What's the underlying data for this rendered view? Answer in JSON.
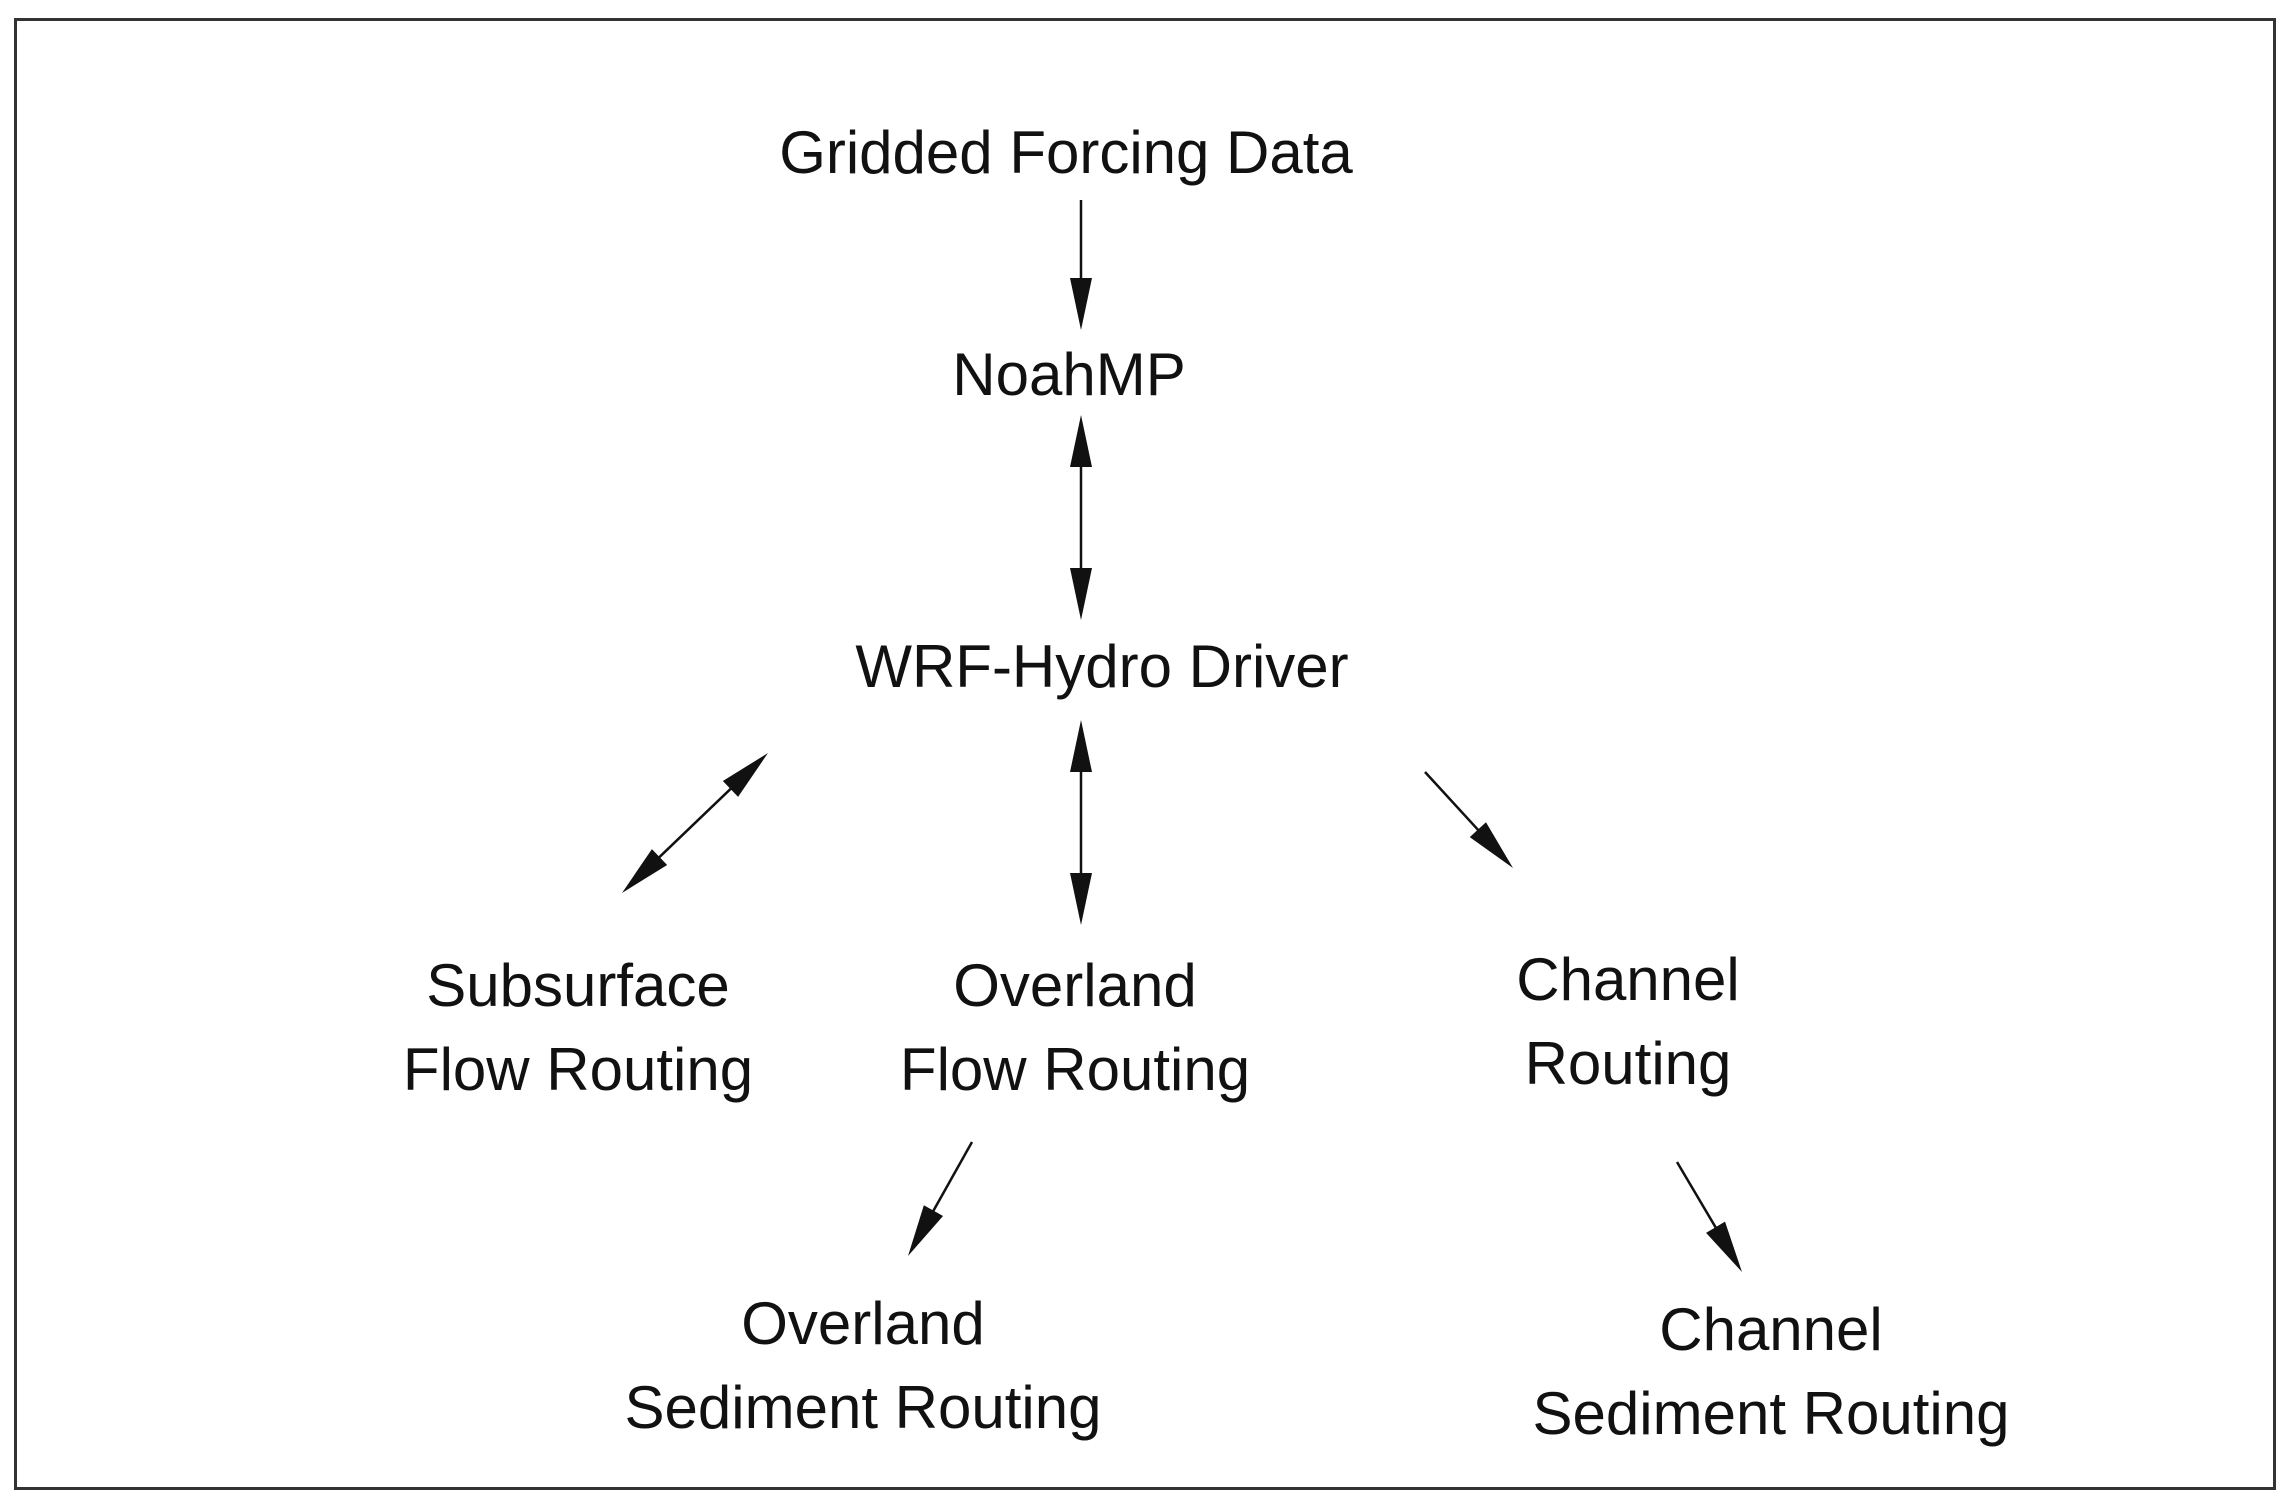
{
  "nodes": {
    "forcing": {
      "lines": [
        "Gridded Forcing Data"
      ]
    },
    "noahmp": {
      "lines": [
        "NoahMP"
      ]
    },
    "driver": {
      "lines": [
        "WRF-Hydro Driver"
      ]
    },
    "subsurface": {
      "lines": [
        "Subsurface",
        "Flow Routing"
      ]
    },
    "overland": {
      "lines": [
        "Overland",
        "Flow Routing"
      ]
    },
    "channel": {
      "lines": [
        "Channel",
        "Routing"
      ]
    },
    "overland_sediment": {
      "lines": [
        "Overland",
        "Sediment Routing"
      ]
    },
    "channel_sediment": {
      "lines": [
        "Channel",
        "Sediment Routing"
      ]
    }
  },
  "edges": [
    {
      "from": "forcing",
      "to": "noahmp",
      "direction": "one-way"
    },
    {
      "from": "noahmp",
      "to": "driver",
      "direction": "two-way"
    },
    {
      "from": "driver",
      "to": "subsurface",
      "direction": "two-way"
    },
    {
      "from": "driver",
      "to": "overland",
      "direction": "two-way"
    },
    {
      "from": "driver",
      "to": "channel",
      "direction": "one-way"
    },
    {
      "from": "overland",
      "to": "overland_sediment",
      "direction": "one-way"
    },
    {
      "from": "channel",
      "to": "channel_sediment",
      "direction": "one-way"
    }
  ],
  "colors": {
    "line": "#111111",
    "text": "#111111",
    "frame": "#333333"
  }
}
